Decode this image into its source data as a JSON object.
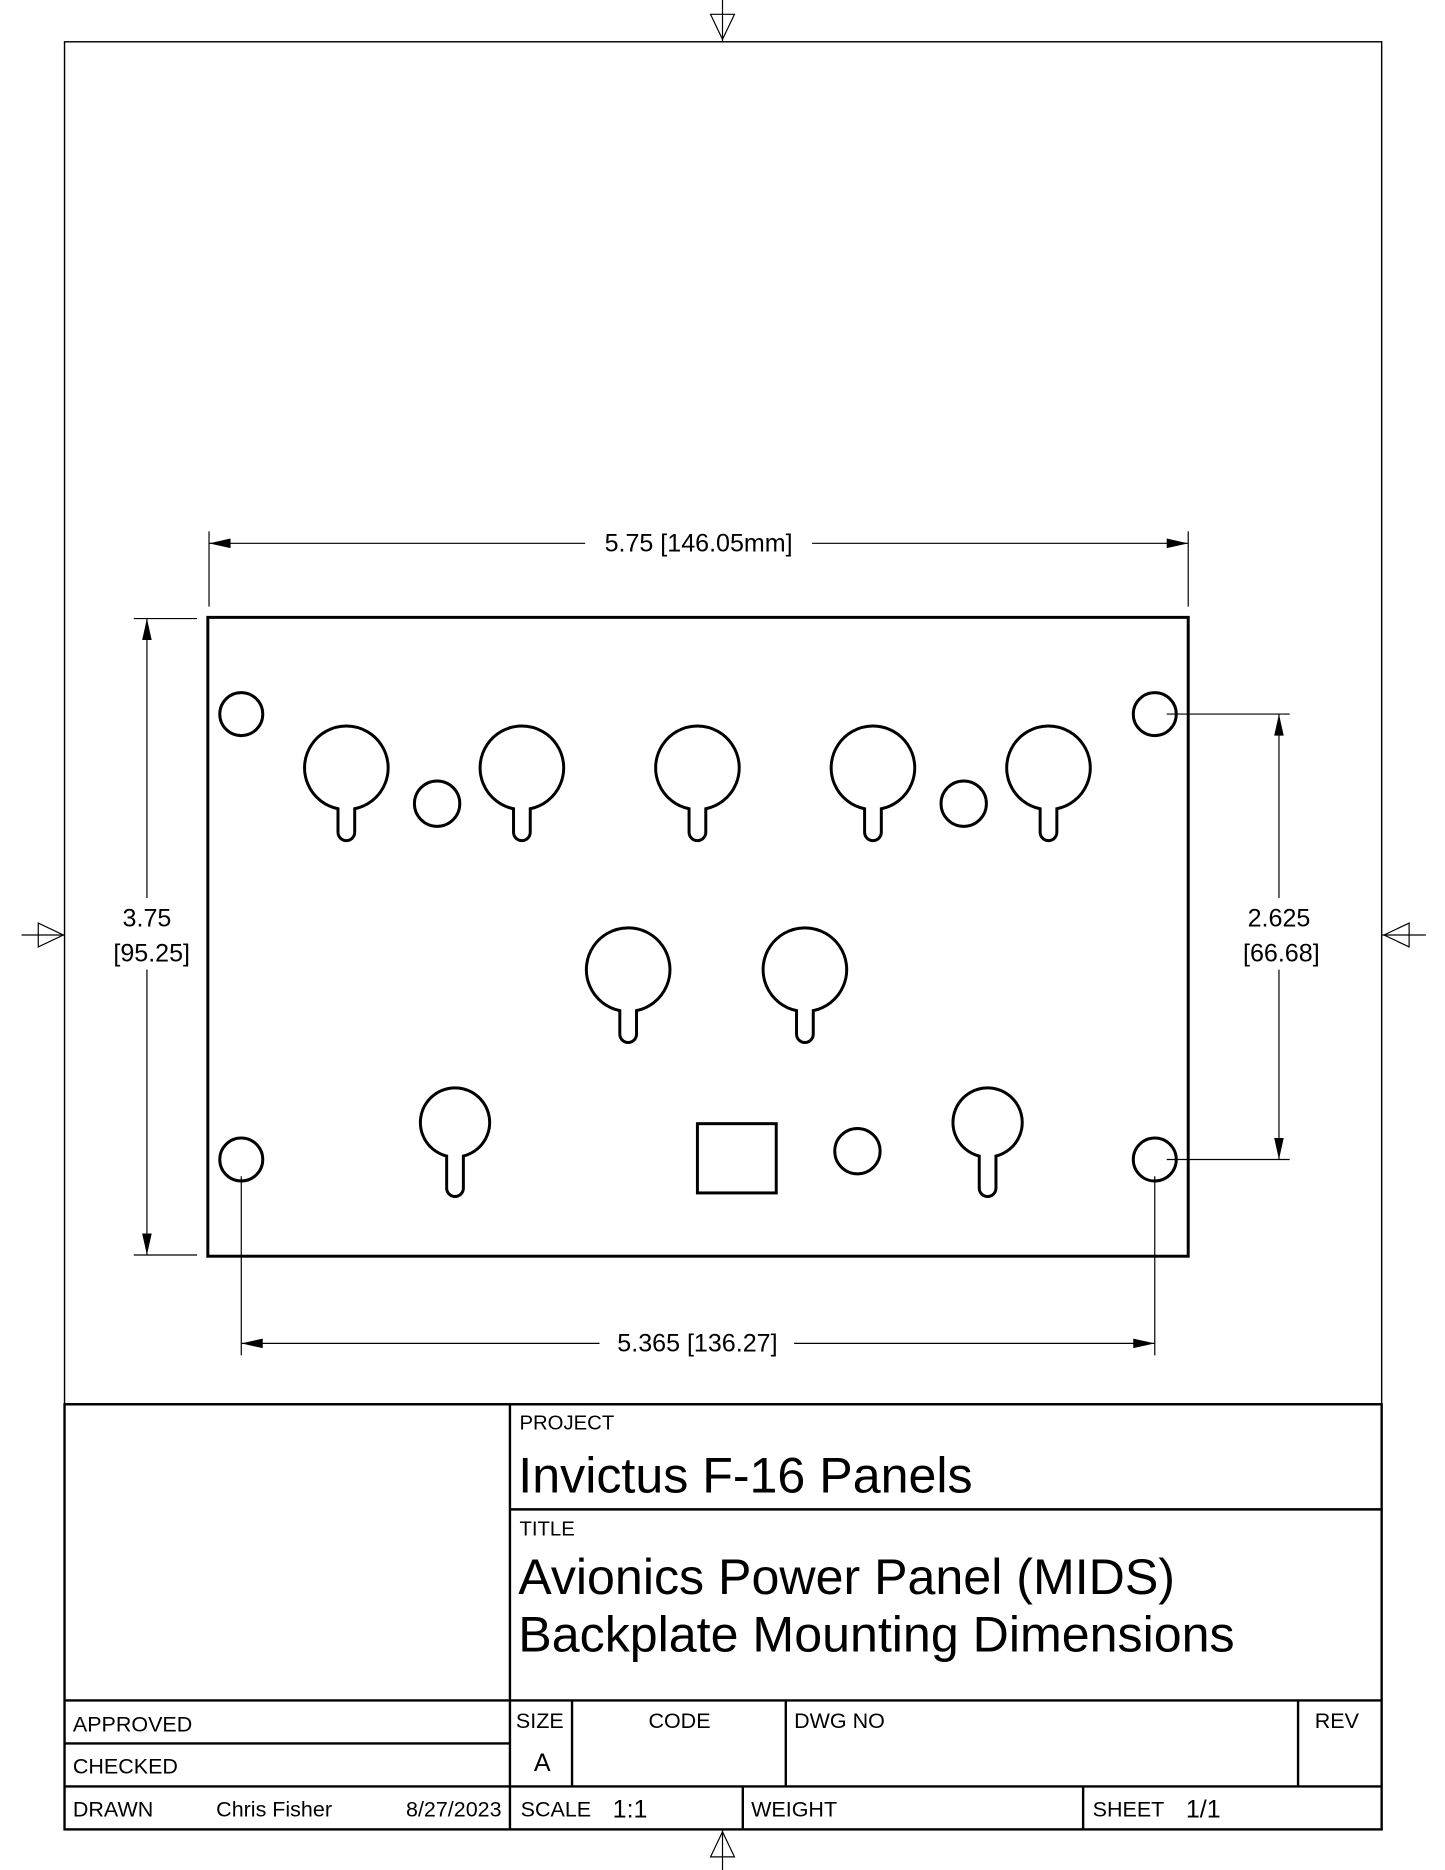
{
  "dimensions": {
    "overall_width": "5.75 [146.05mm]",
    "overall_height_in": "3.75",
    "overall_height_mm": "[95.25]",
    "hole_vertical_in": "2.625",
    "hole_vertical_mm": "[66.68]",
    "hole_horizontal": "5.365 [136.27]"
  },
  "title_block": {
    "project_label": "PROJECT",
    "project": "Invictus F-16 Panels",
    "title_label": "TITLE",
    "title_line1": "Avionics Power Panel (MIDS)",
    "title_line2": "Backplate Mounting Dimensions",
    "approved_label": "APPROVED",
    "checked_label": "CHECKED",
    "drawn_label": "DRAWN",
    "drawn_by": "Chris Fisher",
    "drawn_date": "8/27/2023",
    "size_label": "SIZE",
    "size": "A",
    "code_label": "CODE",
    "dwg_no_label": "DWG NO",
    "rev_label": "REV",
    "scale_label": "SCALE",
    "scale": "1:1",
    "weight_label": "WEIGHT",
    "sheet_label": "SHEET",
    "sheet": "1/1"
  }
}
